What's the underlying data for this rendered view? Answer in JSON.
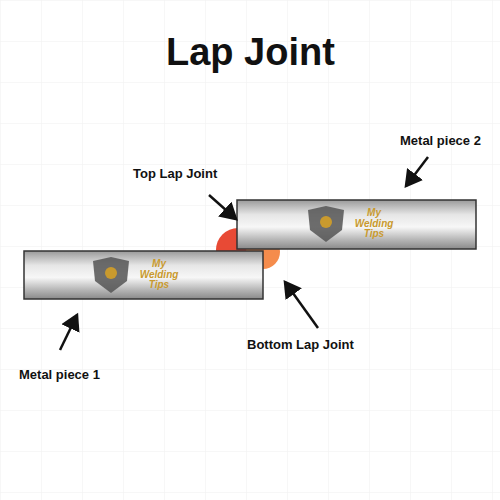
{
  "diagram": {
    "title": "Lap Joint",
    "labels": [
      "Top Lap Joint",
      "Metal piece 2",
      "My Welding Tips",
      "My Welding Tips",
      "Bottom Lap Joint",
      "Metal piece 1"
    ]
  }
}
